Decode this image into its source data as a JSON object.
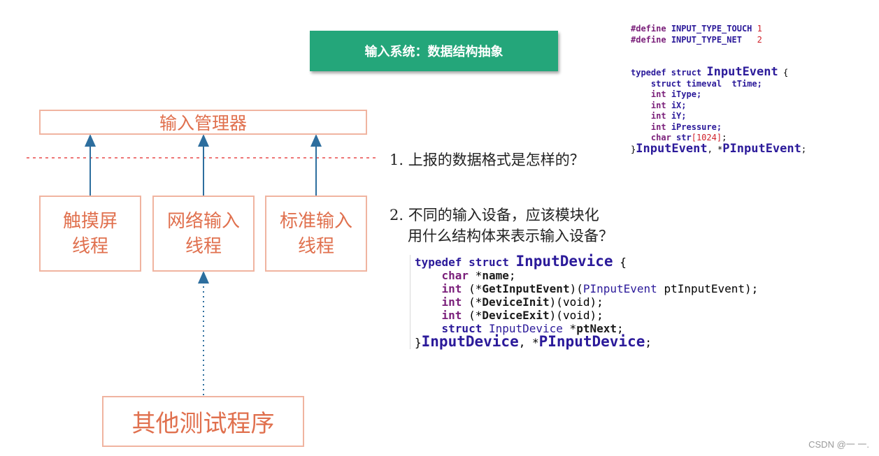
{
  "banner": {
    "title": "输入系统：数据结构抽象"
  },
  "diagram": {
    "manager": "输入管理器",
    "threads": [
      {
        "line1": "触摸屏",
        "line2": "线程"
      },
      {
        "line1": "网络输入",
        "line2": "线程"
      },
      {
        "line1": "标准输入",
        "line2": "线程"
      }
    ],
    "test_program": "其他测试程序"
  },
  "questions": {
    "q1": "1. 上报的数据格式是怎样的？",
    "q2_line1": "2. 不同的输入设备，应该模块化",
    "q2_line2": "用什么结构体来表示输入设备？"
  },
  "code_event": {
    "define1_kw": "#define",
    "define1_name": "INPUT_TYPE_TOUCH",
    "define1_val": "1",
    "define2_kw": "#define",
    "define2_name": "INPUT_TYPE_NET",
    "define2_val": "2",
    "typedef_kw": "typedef struct",
    "struct_name": "InputEvent",
    "open_brace": "{",
    "f1_type": "struct timeval",
    "f1_name": "tTime;",
    "f2_type": "int",
    "f2_name": "iType;",
    "f3_type": "int",
    "f3_name": "iX;",
    "f4_type": "int",
    "f4_name": "iY;",
    "f5_type": "int",
    "f5_name": "iPressure;",
    "f6_type": "char",
    "f6_name": "str",
    "f6_size": "[1024]",
    "f6_end": ";",
    "close_brace": "}",
    "close_name": "InputEvent",
    "close_sep": ", *",
    "close_ptr": "PInputEvent",
    "close_end": ";"
  },
  "code_device": {
    "typedef_kw": "typedef struct",
    "struct_name": "InputDevice",
    "open_brace": "{",
    "l1_type": "char",
    "l1_rest": " *",
    "l1_name": "name",
    "l1_end": ";",
    "l2_type": "int",
    "l2_p1": " (*",
    "l2_name": "GetInputEvent",
    "l2_p2": ")(",
    "l2_arg_type": "PInputEvent",
    "l2_arg_name": " ptInputEvent",
    "l2_end": ");",
    "l3_type": "int",
    "l3_p1": " (*",
    "l3_name": "DeviceInit",
    "l3_p2": ")(void);",
    "l4_type": "int",
    "l4_p1": " (*",
    "l4_name": "DeviceExit",
    "l4_p2": ")(void);",
    "l5_kw": "struct",
    "l5_type": " InputDevice",
    "l5_p1": " *",
    "l5_name": "ptNext",
    "l5_end": ";",
    "close_brace": "}",
    "close_name": "InputDevice",
    "close_sep": ", *",
    "close_ptr": "PInputDevice",
    "close_end": ";"
  },
  "watermark": "CSDN @一 一."
}
